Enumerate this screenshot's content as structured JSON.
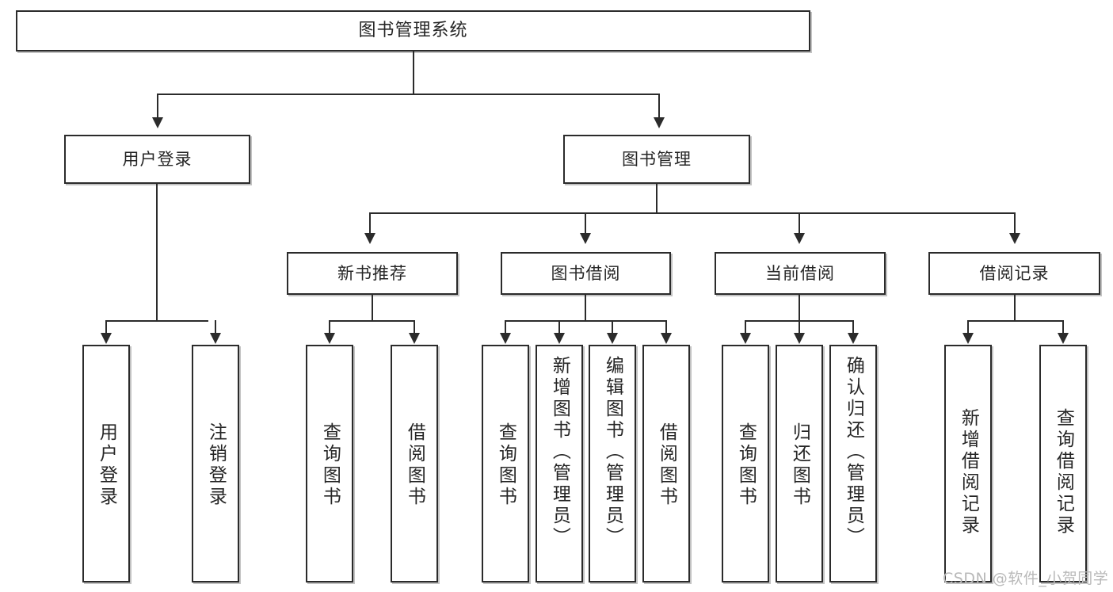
{
  "diagram": {
    "type": "tree-hierarchy-chart",
    "title": "图书管理系统",
    "root": {
      "label": "图书管理系统"
    },
    "level2": [
      {
        "label": "用户登录"
      },
      {
        "label": "图书管理"
      }
    ],
    "level3": [
      {
        "label": "新书推荐"
      },
      {
        "label": "图书借阅"
      },
      {
        "label": "当前借阅"
      },
      {
        "label": "借阅记录"
      }
    ],
    "leaves": {
      "user_login": [
        {
          "label": "用户登录"
        },
        {
          "label": "注销登录"
        }
      ],
      "new_book_recommend": [
        {
          "label": "查询图书"
        },
        {
          "label": "借阅图书"
        }
      ],
      "book_borrow": [
        {
          "label": "查询图书"
        },
        {
          "label": "新增图书（管理员）"
        },
        {
          "label": "编辑图书（管理员）"
        },
        {
          "label": "借阅图书"
        }
      ],
      "current_borrow": [
        {
          "label": "查询图书"
        },
        {
          "label": "归还图书"
        },
        {
          "label": "确认归还（管理员）"
        }
      ],
      "borrow_record": [
        {
          "label": "新增借阅记录"
        },
        {
          "label": "查询借阅记录"
        }
      ]
    }
  },
  "watermark": {
    "text": "CSDN @软件_小贺同学"
  },
  "colors": {
    "box_border": "#2b2b2b",
    "box_fill": "#ffffff",
    "text": "#262626",
    "connector": "#2b2b2b",
    "watermark": "#b9b9b9",
    "background": "#ffffff"
  }
}
